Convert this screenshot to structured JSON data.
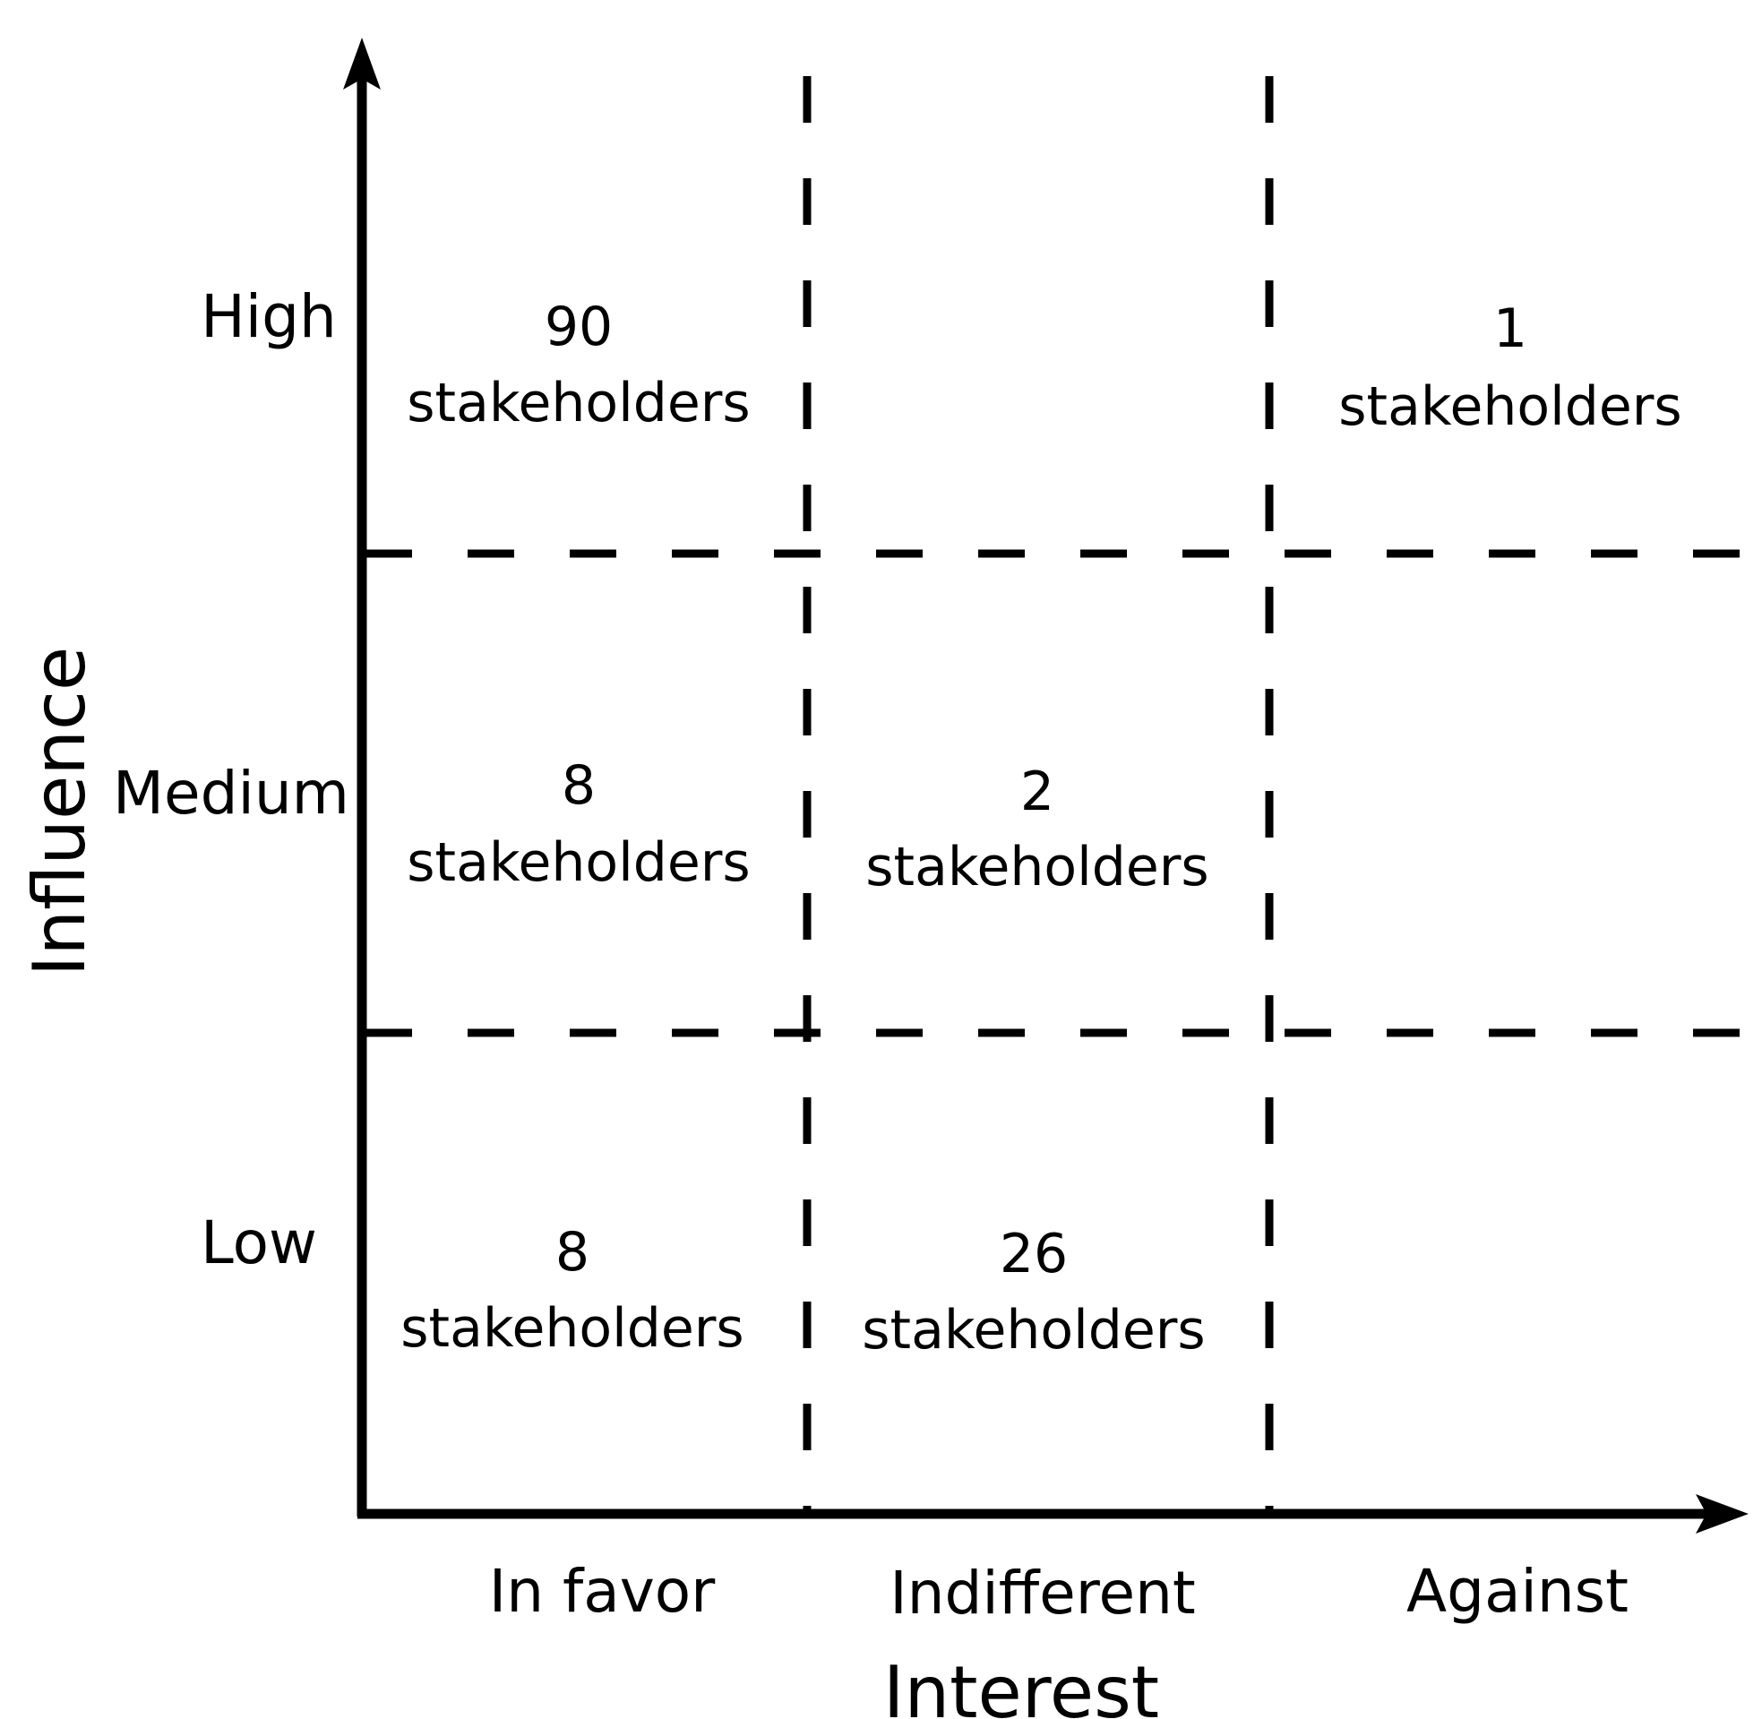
{
  "axes": {
    "y_title": "Influence",
    "x_title": "Interest",
    "y_levels": [
      "High",
      "Medium",
      "Low"
    ],
    "x_levels": [
      "In favor",
      "Indifferent",
      "Against"
    ]
  },
  "cells": {
    "high_in_favor": {
      "count": "90",
      "unit": "stakeholders"
    },
    "high_indifferent": {
      "count": "",
      "unit": ""
    },
    "high_against": {
      "count": "1",
      "unit": "stakeholders"
    },
    "medium_in_favor": {
      "count": "8",
      "unit": "stakeholders"
    },
    "medium_indifferent": {
      "count": "2",
      "unit": "stakeholders"
    },
    "medium_against": {
      "count": "",
      "unit": ""
    },
    "low_in_favor": {
      "count": "8",
      "unit": "stakeholders"
    },
    "low_indifferent": {
      "count": "26",
      "unit": "stakeholders"
    },
    "low_against": {
      "count": "",
      "unit": ""
    }
  },
  "colors": {
    "line": "#000000",
    "background": "#ffffff"
  }
}
